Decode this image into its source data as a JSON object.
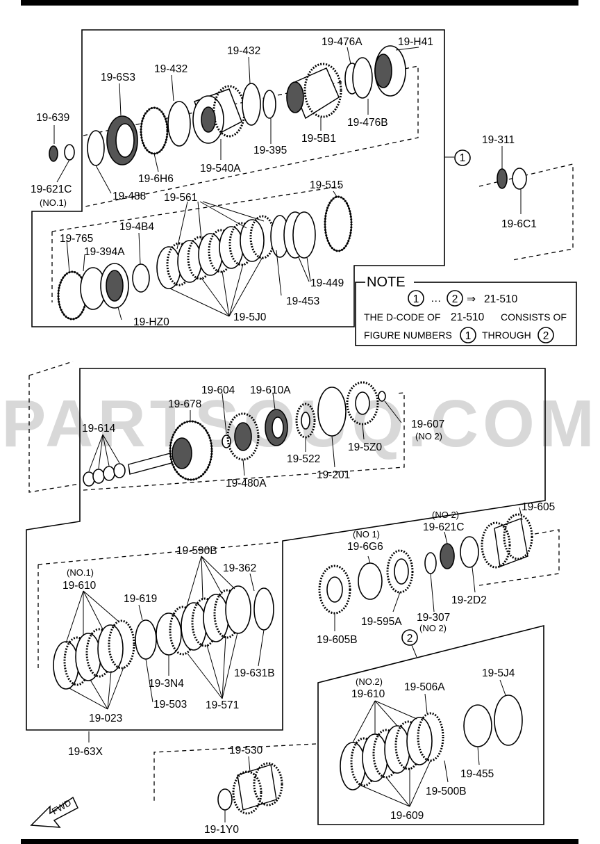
{
  "watermark": "PARTSOUQ.COM",
  "note": {
    "title": "NOTE",
    "ref_from": "1",
    "ellipsis": "…",
    "ref_to": "2",
    "arrow": "⇒",
    "code": "21-510",
    "line2_a": "THE D-CODE OF",
    "line2_code": "21-510",
    "line2_b": "CONSISTS OF",
    "line3_a": "FIGURE NUMBERS",
    "line3_ref1": "1",
    "line3_b": "THROUGH",
    "line3_ref2": "2"
  },
  "group_markers": {
    "g1": "1",
    "g2": "2"
  },
  "labels": {
    "p19_639": "19-639",
    "p19_621C_a": "19-621C",
    "no1_a": "(NO.1)",
    "p19_6S3": "19-6S3",
    "p19_432_a": "19-432",
    "p19_432_b": "19-432",
    "p19_476A": "19-476A",
    "p19_H41": "19-H41",
    "p19_476B": "19-476B",
    "p19_395": "19-395",
    "p19_5B1": "19-5B1",
    "p19_540A": "19-540A",
    "p19_6H6": "19-6H6",
    "p19_488": "19-488",
    "p19_311": "19-311",
    "p19_6C1": "19-6C1",
    "p19_561": "19-561",
    "p19_515": "19-515",
    "p19_765": "19-765",
    "p19_4B4": "19-4B4",
    "p19_394A": "19-394A",
    "p19_449": "19-449",
    "p19_453": "19-453",
    "p19_5J0": "19-5J0",
    "p19_HZ0": "19-HZ0",
    "p19_604": "19-604",
    "p19_610A": "19-610A",
    "p19_678": "19-678",
    "p19_614": "19-614",
    "p19_607": "19-607",
    "no2_a": "(NO 2)",
    "p19_5Z0": "19-5Z0",
    "p19_522": "19-522",
    "p19_201": "19-201",
    "p19_480A": "19-480A",
    "p19_605": "19-605",
    "no2_b": "(NO 2)",
    "p19_621C_b": "19-621C",
    "no1_b": "(NO 1)",
    "p19_6G6": "19-6G6",
    "p19_2D2": "19-2D2",
    "p19_595A": "19-595A",
    "p19_307": "19-307",
    "no2_c": "(NO 2)",
    "p19_605B": "19-605B",
    "p19_590B": "19-590B",
    "p19_362": "19-362",
    "no1_c": "(NO.1)",
    "p19_610_a": "19-610",
    "p19_619": "19-619",
    "p19_631B": "19-631B",
    "p19_3N4": "19-3N4",
    "p19_503": "19-503",
    "p19_571": "19-571",
    "p19_023": "19-023",
    "p19_63X": "19-63X",
    "p19_530": "19-530",
    "p19_1Y0": "19-1Y0",
    "fwd": "FWD",
    "no2_d": "(NO.2)",
    "p19_610_b": "19-610",
    "p19_506A": "19-506A",
    "p19_5J4": "19-5J4",
    "p19_455": "19-455",
    "p19_500B": "19-500B",
    "p19_609": "19-609"
  }
}
